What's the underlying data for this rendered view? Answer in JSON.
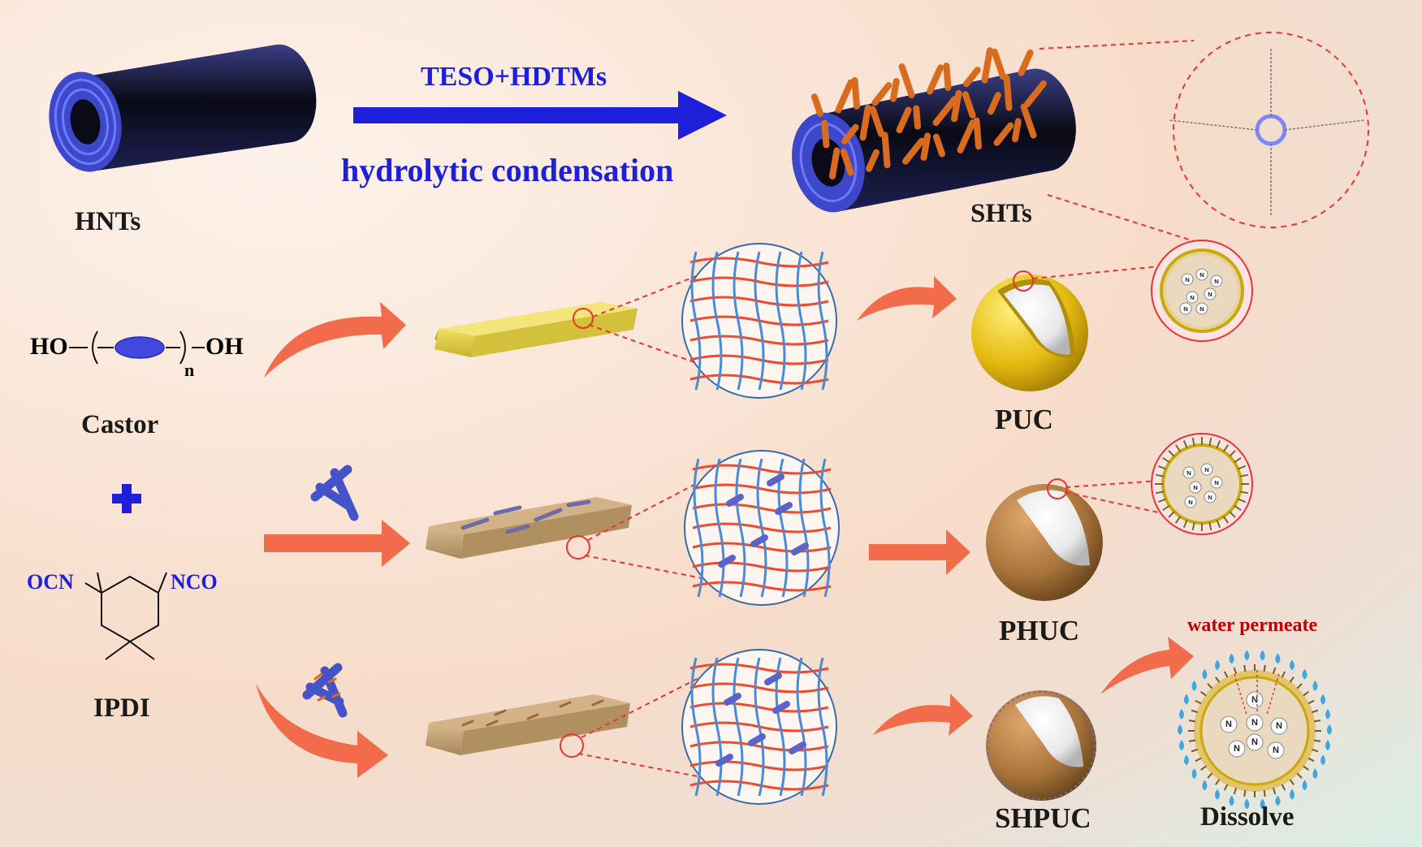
{
  "labels": {
    "hnts": "HNTs",
    "shts": "SHTs",
    "reagent": "TESO+HDTMs",
    "reaction": "hydrolytic condensation",
    "castor": "Castor",
    "ipdi": "IPDI",
    "puc": "PUC",
    "phuc": "PHUC",
    "shpuc": "SHPUC",
    "dissolve": "Dissolve",
    "water_permeate": "water permeate"
  },
  "chemistry": {
    "ho": "HO",
    "oh": "OH",
    "n": "n",
    "ocn": "OCN",
    "nco": "NCO",
    "plus": "+"
  },
  "core_symbol": "N",
  "colors": {
    "arrow_blue": "#1d20d8",
    "arrow_orange": "#f26b4b",
    "text_blue": "#1d20d8",
    "text_red": "#c00000",
    "shell_yellow": "#e9c415",
    "shell_brown": "#a8743b",
    "rod_orange": "#d86b1e"
  }
}
